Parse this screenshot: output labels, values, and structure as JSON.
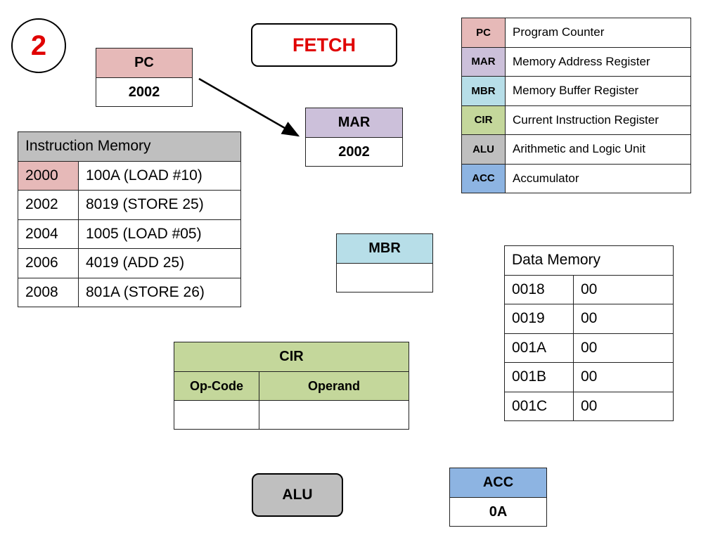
{
  "step_number": "2",
  "stage_label": "FETCH",
  "colors": {
    "pc": "#e6b9b8",
    "mar": "#ccc0da",
    "mbr": "#b7dee8",
    "cir": "#c4d79b",
    "alu": "#bfbfbf",
    "acc": "#8db4e2",
    "highlight": "#e6b9b8",
    "stage_text": "#e00000"
  },
  "registers": {
    "pc": {
      "label": "PC",
      "value": "2002"
    },
    "mar": {
      "label": "MAR",
      "value": "2002"
    },
    "mbr": {
      "label": "MBR",
      "value": ""
    },
    "acc": {
      "label": "ACC",
      "value": "0A"
    }
  },
  "cir": {
    "label": "CIR",
    "opcode_header": "Op-Code",
    "operand_header": "Operand",
    "opcode": "",
    "operand": ""
  },
  "alu": {
    "label": "ALU"
  },
  "legend": [
    {
      "abbr": "PC",
      "desc": "Program Counter"
    },
    {
      "abbr": "MAR",
      "desc": "Memory Address Register"
    },
    {
      "abbr": "MBR",
      "desc": "Memory Buffer Register"
    },
    {
      "abbr": "CIR",
      "desc": "Current Instruction Register"
    },
    {
      "abbr": "ALU",
      "desc": "Arithmetic and Logic Unit"
    },
    {
      "abbr": "ACC",
      "desc": "Accumulator"
    }
  ],
  "instruction_memory": {
    "title": "Instruction Memory",
    "rows": [
      {
        "address": "2000",
        "content": "100A (LOAD #10)"
      },
      {
        "address": "2002",
        "content": "8019 (STORE 25)"
      },
      {
        "address": "2004",
        "content": "1005 (LOAD #05)"
      },
      {
        "address": "2006",
        "content": "4019 (ADD 25)"
      },
      {
        "address": "2008",
        "content": "801A (STORE 26)"
      }
    ]
  },
  "data_memory": {
    "title": "Data Memory",
    "rows": [
      {
        "address": "0018",
        "value": "00"
      },
      {
        "address": "0019",
        "value": "00"
      },
      {
        "address": "001A",
        "value": "00"
      },
      {
        "address": "001B",
        "value": "00"
      },
      {
        "address": "001C",
        "value": "00"
      }
    ]
  }
}
